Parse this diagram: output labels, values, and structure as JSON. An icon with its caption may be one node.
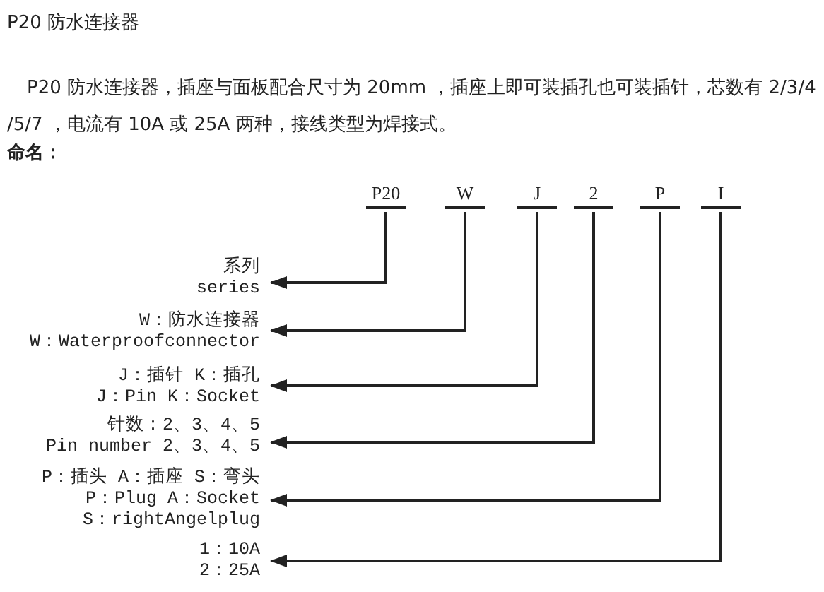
{
  "diagram": {
    "title": "P20 防水连接器",
    "nodes": [
      {
        "text": [
          "P20"
        ]
      },
      {
        "text": [
          "W"
        ]
      },
      {
        "text": [
          "J"
        ]
      },
      {
        "text": [
          "2"
        ]
      },
      {
        "text": [
          "P"
        ]
      },
      {
        "text": [
          "I"
        ]
      },
      {
        "text": [
          "系列",
          "series"
        ]
      },
      {
        "text": [
          "W：防水连接器",
          "W：Waterproofconnector"
        ]
      },
      {
        "text": [
          "J：插针 K：插孔",
          "J：Pin K：Socket"
        ]
      },
      {
        "text": [
          "针数：2、3、4、5",
          "Pin number 2、3、4、5"
        ]
      },
      {
        "text": [
          "P：插头 A：插座 S：弯头",
          "P：Plug A：Socket",
          "S：rightAngelplug"
        ]
      },
      {
        "text": [
          "1：10A",
          "2：25A"
        ]
      }
    ],
    "edges": [
      {
        "from": 0,
        "to": 6,
        "arrow": "to"
      },
      {
        "from": 1,
        "to": 7,
        "arrow": "to"
      },
      {
        "from": 2,
        "to": 8,
        "arrow": "to"
      },
      {
        "from": 3,
        "to": 9,
        "arrow": "to"
      },
      {
        "from": 4,
        "to": 10,
        "arrow": "to"
      },
      {
        "from": 5,
        "to": 11,
        "arrow": "to"
      }
    ],
    "labels": [
      "P20 防水连接器，插座与面板配合尺寸为 20mm ，插座上即可装插孔也可装插针，芯数有 2/3/4 /5/7 ，电流有 10A 或 25A 两种，接线类型为焊接式。",
      "命名："
    ]
  }
}
